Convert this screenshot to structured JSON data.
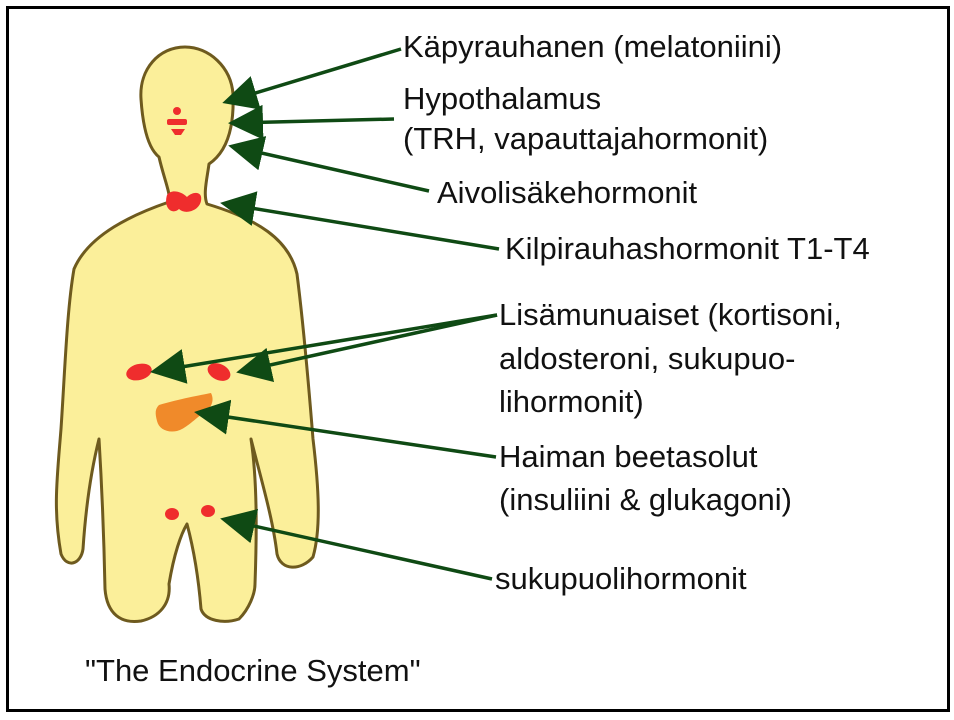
{
  "caption": "\"The Endocrine System\"",
  "colors": {
    "skin": "#fbef9a",
    "outline": "#6e5a1e",
    "gland": "#ef2d2d",
    "pancreas": "#f08a2a",
    "arrow": "#0f4a14",
    "text": "#111111",
    "border": "#000000"
  },
  "labels": {
    "pineal": "Käpyrauhanen (melatoniini)",
    "hypothalamus_1": "Hypothalamus",
    "hypothalamus_2": "(TRH, vapauttajahormonit)",
    "pituitary": "Aivolisäkehormonit",
    "thyroid": "Kilpirauhashormonit T1-T4",
    "adrenal_1": "Lisämunuaiset (kortisoni,",
    "adrenal_2": "aldosteroni, sukupuo-",
    "adrenal_3": "lihormonit)",
    "pancreas_1": "Haiman beetasolut",
    "pancreas_2": "(insuliini & glukagoni)",
    "gonads": "sukupuolihormonit"
  }
}
